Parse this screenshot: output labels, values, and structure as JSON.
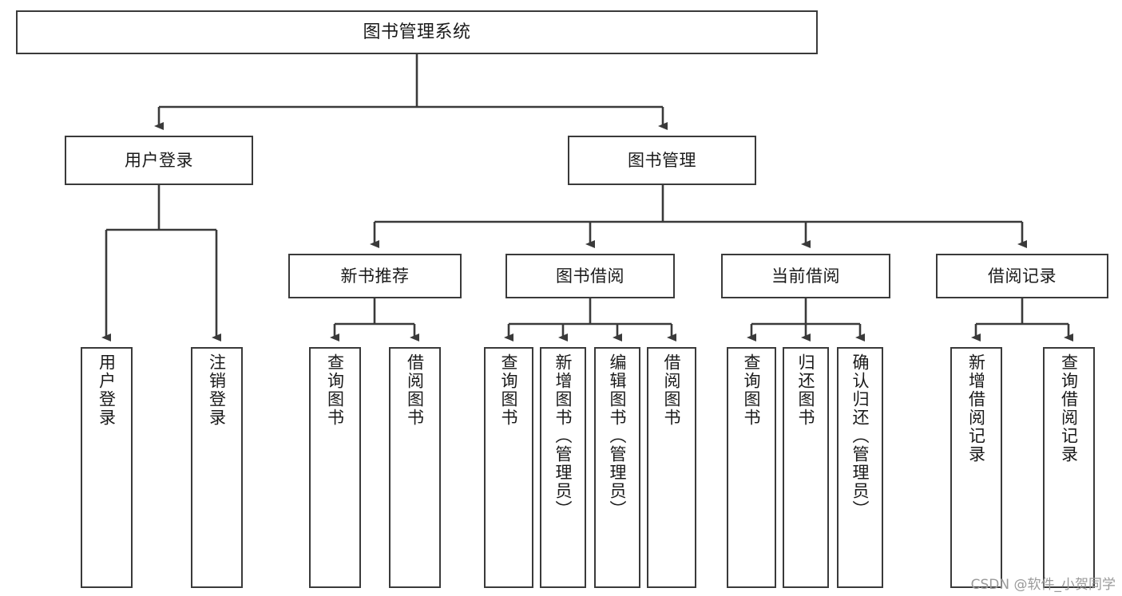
{
  "diagram": {
    "title": "图书管理系统",
    "type": "hierarchy-tree",
    "stroke_color": "#3a3a3a",
    "text_color": "#1a1a1a",
    "background_color": "#ffffff",
    "nodes": {
      "root": {
        "label": "图书管理系统",
        "orientation": "horizontal"
      },
      "l2": [
        {
          "label": "用户登录",
          "orientation": "horizontal"
        },
        {
          "label": "图书管理",
          "orientation": "horizontal"
        }
      ],
      "l3": [
        {
          "label": "新书推荐",
          "orientation": "horizontal"
        },
        {
          "label": "图书借阅",
          "orientation": "horizontal"
        },
        {
          "label": "当前借阅",
          "orientation": "horizontal"
        },
        {
          "label": "借阅记录",
          "orientation": "horizontal"
        }
      ],
      "leaves_user_login": [
        {
          "label": "用户登录",
          "orientation": "vertical"
        },
        {
          "label": "注销登录",
          "orientation": "vertical"
        }
      ],
      "leaves_new_books": [
        {
          "label": "查询图书",
          "orientation": "vertical"
        },
        {
          "label": "借阅图书",
          "orientation": "vertical"
        }
      ],
      "leaves_borrow": [
        {
          "label": "查询图书",
          "orientation": "vertical"
        },
        {
          "label": "新增图书（管理员）",
          "orientation": "vertical"
        },
        {
          "label": "编辑图书（管理员）",
          "orientation": "vertical"
        },
        {
          "label": "借阅图书",
          "orientation": "vertical"
        }
      ],
      "leaves_current": [
        {
          "label": "查询图书",
          "orientation": "vertical"
        },
        {
          "label": "归还图书",
          "orientation": "vertical"
        },
        {
          "label": "确认归还（管理员）",
          "orientation": "vertical"
        }
      ],
      "leaves_records": [
        {
          "label": "新增借阅记录",
          "orientation": "vertical"
        },
        {
          "label": "查询借阅记录",
          "orientation": "vertical"
        }
      ]
    }
  },
  "watermark": {
    "text": "CSDN @软件_小贺同学"
  }
}
